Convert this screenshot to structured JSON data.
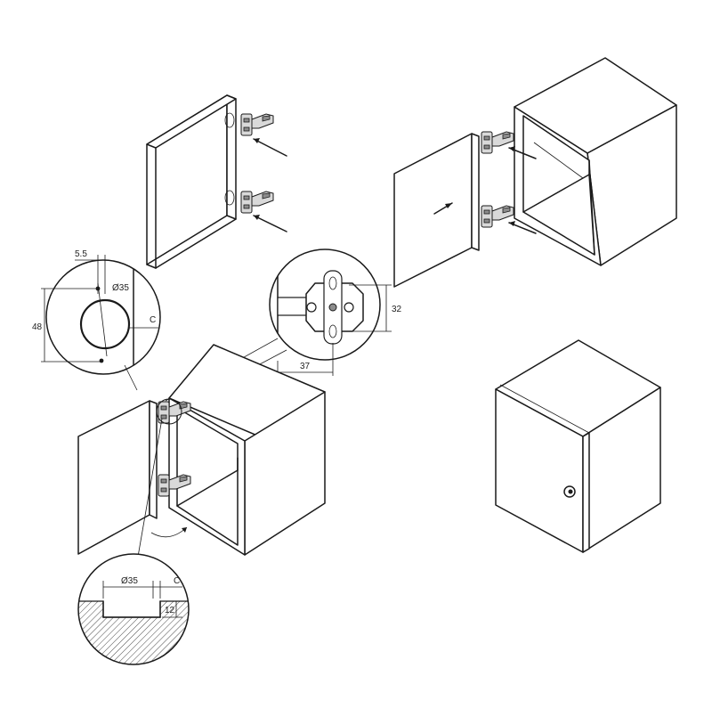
{
  "dimensions": {
    "edge_offset": "5.5",
    "cup_diameter_top": "Ø35",
    "hole_spacing": "48",
    "clearance_top": "C",
    "plate_height": "32",
    "plate_depth": "37",
    "cup_diameter_bottom": "Ø35",
    "clearance_bottom": "C",
    "cup_depth": "12"
  }
}
